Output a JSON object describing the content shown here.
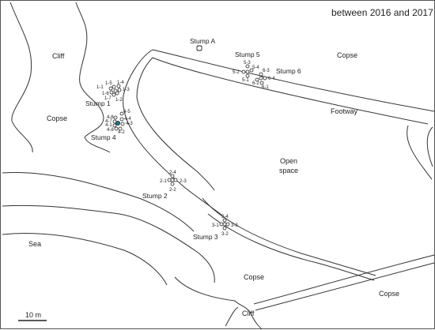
{
  "title": "between 2016 and 2017",
  "scale_label": "10 m",
  "areas": {
    "cliff_top": "Cliff",
    "copse_left": "Copse",
    "copse_top_right": "Copse",
    "open_space_1": "Open",
    "open_space_2": "space",
    "sea": "Sea",
    "copse_bottom": "Copse",
    "cliff_bottom": "Cliff",
    "copse_bottom_right": "Copse",
    "footway": "Footway"
  },
  "stumps": {
    "a": "Stump A",
    "s1": "Stump 1",
    "s2": "Stump 2",
    "s3": "Stump 3",
    "s4": "Stump 4",
    "s5": "Stump 5",
    "s6": "Stump 6"
  },
  "points": {
    "p1_1": "1-1",
    "p1_5": "1-5",
    "p1_4": "1-4",
    "p1_3": "1-3",
    "p1_6": "1-6",
    "p1_7": "1-7",
    "p1_2": "1-2",
    "p2_4": "2-4",
    "p2_1": "2-1",
    "p2_3": "2-3",
    "p2_2": "2-2",
    "p3_4": "3-4",
    "p3_1": "3-1",
    "p3_3": "3-3",
    "p3_2": "3-2",
    "p4_5": "4-5",
    "p4_6": "4-6",
    "p4_4": "4-4",
    "p4_7": "4-7",
    "p4_3": "4-3",
    "p4_1": "4-1",
    "p4_8": "4-8",
    "p4_2": "4-2",
    "p5_3": "5-3",
    "p5_4": "5-4",
    "p5_2": "5-2",
    "p5_1": "5-1",
    "p6_3": "6-3",
    "p6_4": "6-4",
    "p6_2": "6-2",
    "p6_1": "6-1"
  },
  "colors": {
    "highlight_point": "#1a7a8c"
  }
}
